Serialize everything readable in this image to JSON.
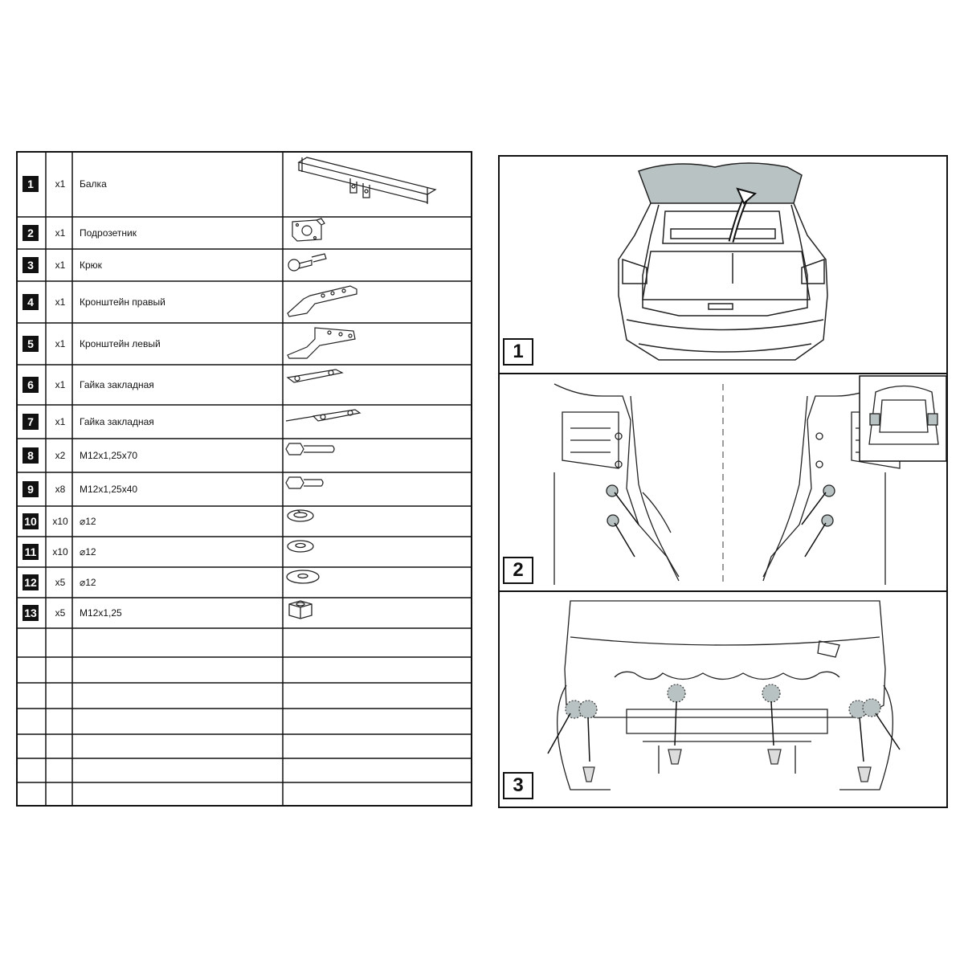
{
  "parts_table": {
    "rows": [
      {
        "num": "1",
        "qty": "x1",
        "name": "Балка",
        "icon": "beam"
      },
      {
        "num": "2",
        "qty": "x1",
        "name": "Подрозетник",
        "icon": "socket-plate"
      },
      {
        "num": "3",
        "qty": "x1",
        "name": "Крюк",
        "icon": "hook"
      },
      {
        "num": "4",
        "qty": "x1",
        "name": "Кронштейн правый",
        "icon": "bracket-right"
      },
      {
        "num": "5",
        "qty": "x1",
        "name": "Кронштейн левый",
        "icon": "bracket-left"
      },
      {
        "num": "6",
        "qty": "x1",
        "name": "Гайка закладная",
        "icon": "nut-plate"
      },
      {
        "num": "7",
        "qty": "x1",
        "name": "Гайка закладная",
        "icon": "nut-plate-wire"
      },
      {
        "num": "8",
        "qty": "x2",
        "name": "M12x1,25x70",
        "icon": "bolt-long"
      },
      {
        "num": "9",
        "qty": "x8",
        "name": "M12x1,25x40",
        "icon": "bolt-short"
      },
      {
        "num": "10",
        "qty": "x10",
        "name": "⌀12",
        "icon": "spring-washer"
      },
      {
        "num": "11",
        "qty": "x10",
        "name": "⌀12",
        "icon": "flat-washer"
      },
      {
        "num": "12",
        "qty": "x5",
        "name": "⌀12",
        "icon": "large-washer"
      },
      {
        "num": "13",
        "qty": "x5",
        "name": "M12x1,25",
        "icon": "hex-nut"
      }
    ]
  },
  "steps": [
    {
      "num": "1",
      "description_icon": "open-trunk-lift-floor"
    },
    {
      "num": "2",
      "description_icon": "remove-tail-light-screws"
    },
    {
      "num": "3",
      "description_icon": "remove-bumper-clips"
    }
  ]
}
